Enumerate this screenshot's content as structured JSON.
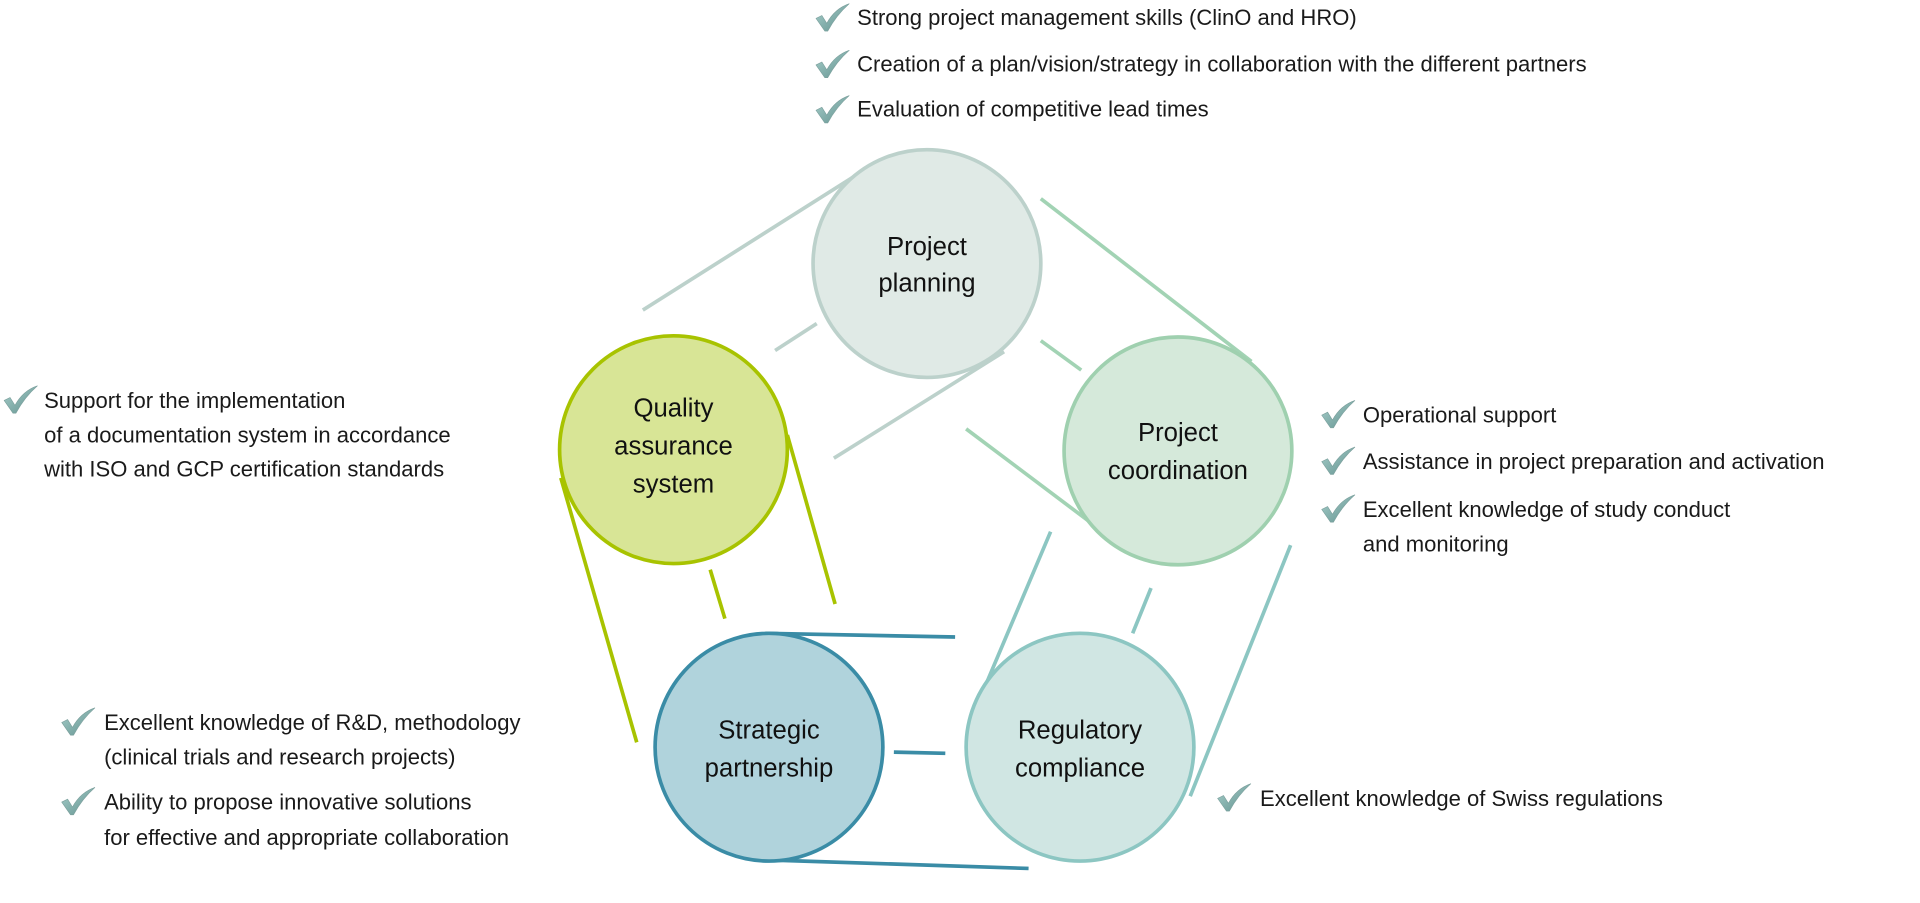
{
  "nodes": {
    "project_planning": {
      "line1": "Project",
      "line2": "planning"
    },
    "quality_assurance": {
      "line1": "Quality",
      "line2": "assurance",
      "line3": "system"
    },
    "project_coordination": {
      "line1": "Project",
      "line2": "coordination"
    },
    "strategic_partnership": {
      "line1": "Strategic",
      "line2": "partnership"
    },
    "regulatory_compliance": {
      "line1": "Regulatory",
      "line2": "compliance"
    }
  },
  "bullets": {
    "planning": [
      "Strong project management skills (ClinO and HRO)",
      "Creation of a plan/vision/strategy in collaboration with the different partners",
      "Evaluation of competitive lead times"
    ],
    "quality": {
      "line1": "Support for the implementation",
      "line2": "of a documentation system in accordance",
      "line3": "with ISO and GCP certification standards"
    },
    "coordination": {
      "item1": "Operational support",
      "item2": "Assistance in project preparation and activation",
      "item3_line1": "Excellent knowledge of study conduct",
      "item3_line2": "and monitoring"
    },
    "partnership": {
      "item1_line1": "Excellent knowledge of R&D, methodology",
      "item1_line2": "(clinical trials and research projects)",
      "item2_line1": "Ability to propose innovative solutions",
      "item2_line2": "for effective and appropriate collaboration"
    },
    "regulatory": {
      "item1": "Excellent knowledge of Swiss regulations"
    }
  },
  "icons": {
    "bullet": "checkmark-icon"
  },
  "colors": {
    "planning": "#bcd1cb",
    "quality": "#a8c300",
    "coordination": "#9fd0af",
    "partnership": "#3a8ca6",
    "regulatory": "#8cc6c2",
    "check": "#7fb3b0"
  }
}
